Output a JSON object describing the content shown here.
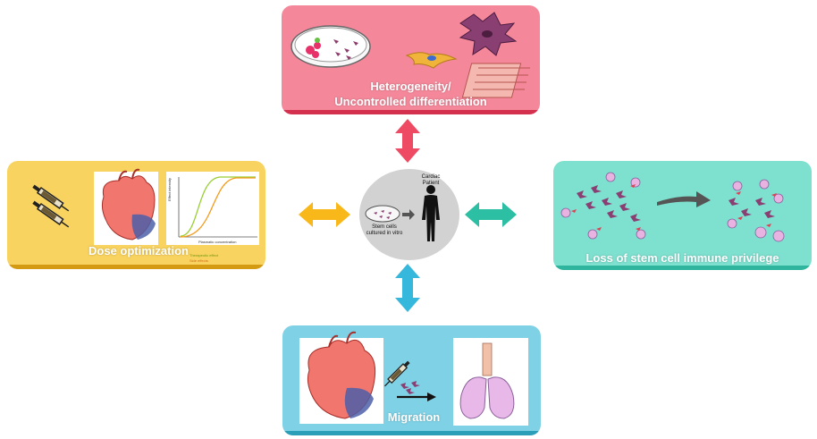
{
  "panels": {
    "top": {
      "title_line1": "Heterogeneity/",
      "title_line2": "Uncontrolled differentiation"
    },
    "left": {
      "title": "Dose optimization"
    },
    "right": {
      "title": "Loss of stem cell immune privilege"
    },
    "bottom": {
      "title": "Migration"
    }
  },
  "center": {
    "patient_label_line1": "Cardiac",
    "patient_label_line2": "Patient",
    "cells_label_line1": "Stem cells",
    "cells_label_line2": "cultured in vitro"
  },
  "dose_plot": {
    "ylabel": "Effect intensity",
    "xlabel": "Plasmatic concentration",
    "legend_therapeutic": "Therapeutic effect",
    "legend_side": "Side effects"
  },
  "colors": {
    "top": "#f4889a",
    "left": "#f9d35f",
    "right": "#7ee0cf",
    "bottom": "#7fd2e6",
    "arrow_top": "#ee4a63",
    "arrow_left": "#f9b81a",
    "arrow_right": "#2dbfa3",
    "arrow_bottom": "#36b7dc"
  }
}
